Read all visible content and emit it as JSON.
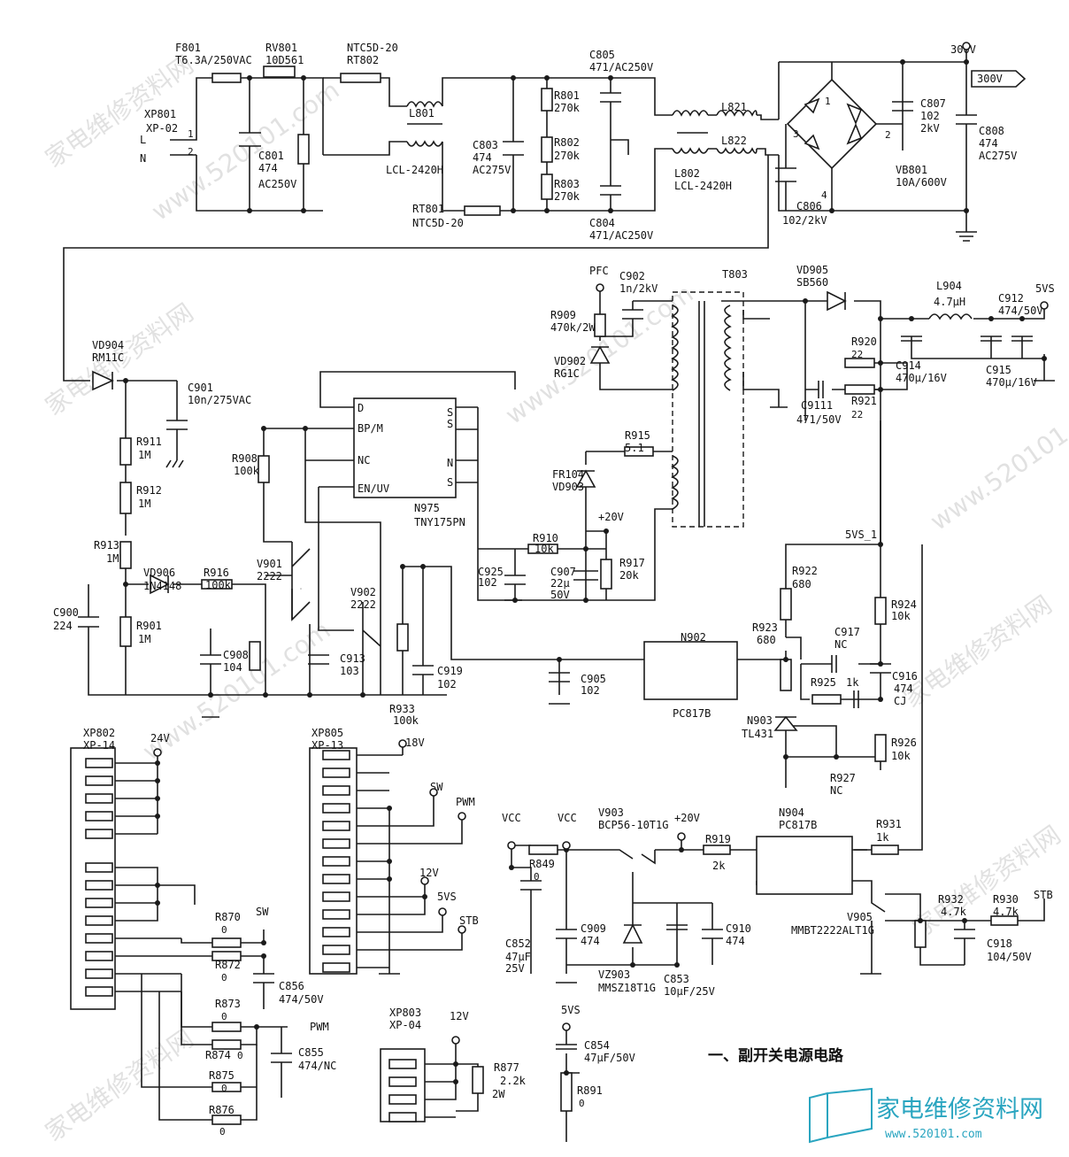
{
  "title": "一、副开关电源电路",
  "logo": {
    "text": "家电维修资料网",
    "url": "www.520101.com"
  },
  "watermarks": [
    "家电维修资料网",
    "www.520101.com",
    "www.520101.com",
    "家电维修资料网",
    "www.520101.com",
    "家电维修资料网",
    "www.520101.com",
    "家电维修资料网",
    "家电维修资料网"
  ],
  "colors": {
    "ink": "#1a1a1a",
    "logo": "#2aa5c0",
    "watermark": "#c9c9c9"
  },
  "labels": [
    "F801",
    "T6.3A/250VAC",
    "RV801",
    "10D561",
    "NTC5D-20",
    "RT802",
    "XP801",
    "XP-02",
    "L",
    "N",
    "1",
    "2",
    "C801",
    "474",
    "AC250V",
    "L801",
    "LCL-2420H",
    "C805",
    "471/AC250V",
    "R801",
    "270k",
    "R802",
    "270k",
    "R803",
    "270k",
    "C803",
    "474",
    "AC275V",
    "RT801",
    "NTC5D-20",
    "C804",
    "471/AC250V",
    "L821",
    "L822",
    "L802",
    "LCL-2420H",
    "300V",
    "300V",
    "C807",
    "102",
    "2kV",
    "C808",
    "474",
    "AC275V",
    "VB801",
    "10A/600V",
    "C806",
    "102/2kV",
    "1",
    "2",
    "3",
    "4",
    "PFC",
    "C902",
    "1n/2kV",
    "R909",
    "470k/2W",
    "VD902",
    "RG1C",
    "T803",
    "VD905",
    "SB560",
    "L904",
    "4.7μH",
    "C912",
    "474/50V",
    "5VS",
    "R920",
    "22",
    "R921",
    "22",
    "C9111",
    "471/50V",
    "C914",
    "470μ/16V",
    "C915",
    "470μ/16V",
    "VD904",
    "RM11C",
    "C901",
    "10n/275VAC",
    "R911",
    "1M",
    "R912",
    "1M",
    "R913",
    "1M",
    "R901",
    "1M",
    "C900",
    "224",
    "D",
    "BP/M",
    "NC",
    "EN/UV",
    "S",
    "S",
    "N",
    "S",
    "N975",
    "TNY175PN",
    "R908",
    "100k",
    "R915",
    "5.1",
    "FR104",
    "VD903",
    "R910",
    "10k",
    "C925",
    "102",
    "C907",
    "22μ",
    "50V",
    "+20V",
    "R917",
    "20k",
    "VD906",
    "1N4148",
    "R916",
    "100k",
    "V901",
    "2222",
    "V902",
    "2222",
    "C908",
    "104",
    "C913",
    "103",
    "R933",
    "100k",
    "C919",
    "102",
    "C905",
    "102",
    "N902",
    "PC817B",
    "R922",
    "680",
    "R923",
    "680",
    "C917",
    "NC",
    "R925",
    "1k",
    "C916",
    "474",
    "CJ",
    "R924",
    "10k",
    "5VS_1",
    "N903",
    "TL431",
    "R926",
    "10k",
    "R927",
    "NC",
    "XP802",
    "XP-14",
    "24V",
    "XP805",
    "XP-13",
    "18V",
    "SW",
    "PWM",
    "12V",
    "5VS",
    "STB",
    "R870",
    "0",
    "R872",
    "0",
    "SW",
    "C856",
    "474/50V",
    "R873",
    "0",
    "R874",
    "0",
    "PWM",
    "C855",
    "474/NC",
    "R875",
    "0",
    "R876",
    "0",
    "XP803",
    "XP-04",
    "12V",
    "R877",
    "2.2k",
    "2W",
    "VCC",
    "VCC",
    "R849",
    "0",
    "C852",
    "47μF",
    "25V",
    "V903",
    "BCP56-10T1G",
    "+20V",
    "R919",
    "2k",
    "C909",
    "474",
    "VZ903",
    "MMSZ18T1G",
    "C853",
    "10μF/25V",
    "C910",
    "474",
    "N904",
    "PC817B",
    "R931",
    "1k",
    "V905",
    "MMBT2222ALT1G",
    "R932",
    "4.7k",
    "R930",
    "4.7k",
    "STB",
    "C918",
    "104/50V",
    "5VS",
    "C854",
    "47μF/50V",
    "R891",
    "0"
  ]
}
